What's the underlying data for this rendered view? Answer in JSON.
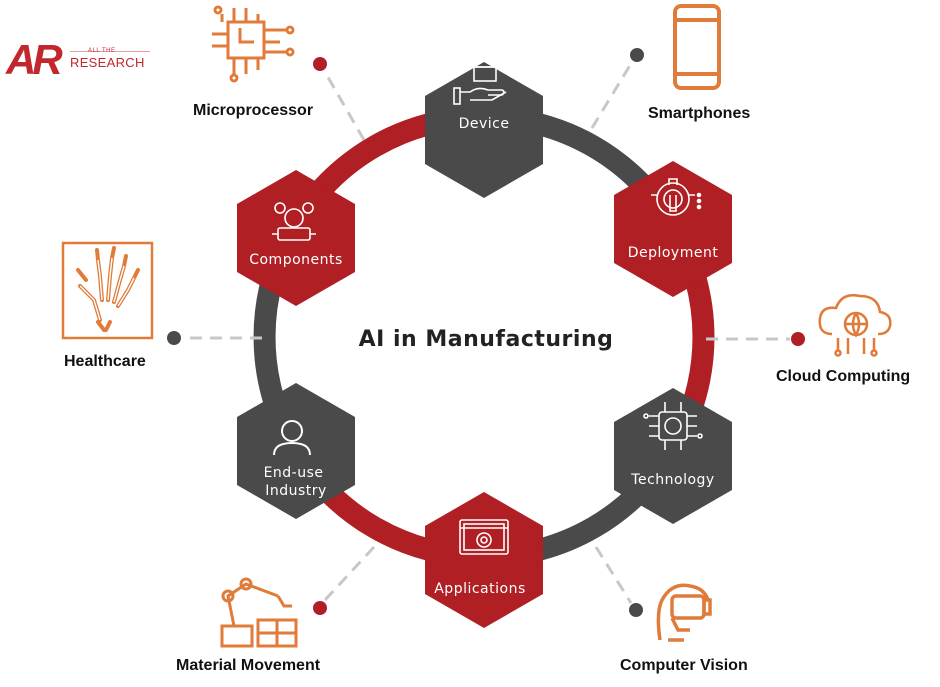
{
  "logo": {
    "mark": "AR",
    "line1": "ALL THE",
    "line2": "RESEARCH"
  },
  "center": {
    "title": "AI in Manufacturing"
  },
  "hexagons": [
    {
      "id": "device",
      "label_lines": [
        "Device"
      ],
      "fill": "#4a4a4a",
      "icon": "hand-box-icon"
    },
    {
      "id": "deployment",
      "label_lines": [
        "Deployment"
      ],
      "fill": "#b01f24",
      "icon": "gear-wrench-icon"
    },
    {
      "id": "technology",
      "label_lines": [
        "Technology"
      ],
      "fill": "#4a4a4a",
      "icon": "brain-chip-icon"
    },
    {
      "id": "applications",
      "label_lines": [
        "Applications"
      ],
      "fill": "#b01f24",
      "icon": "app-window-gear-icon"
    },
    {
      "id": "end-use-industry",
      "label_lines": [
        "End-use",
        "Industry"
      ],
      "fill": "#4a4a4a",
      "icon": "user-icon"
    },
    {
      "id": "components",
      "label_lines": [
        "Components"
      ],
      "fill": "#b01f24",
      "icon": "coin-card-icon"
    }
  ],
  "externals": [
    {
      "id": "microprocessor",
      "label": "Microprocessor",
      "icon": "circuit-chip-icon"
    },
    {
      "id": "smartphones",
      "label": "Smartphones",
      "icon": "smartphone-icon"
    },
    {
      "id": "cloud-computing",
      "label": "Cloud Computing",
      "icon": "cloud-globe-icon"
    },
    {
      "id": "computer-vision",
      "label": "Computer Vision",
      "icon": "vr-headset-icon"
    },
    {
      "id": "material-movement",
      "label": "Material Movement",
      "icon": "robot-arm-icon"
    },
    {
      "id": "healthcare",
      "label": "Healthcare",
      "icon": "hand-xray-icon"
    }
  ],
  "colors": {
    "red": "#b01f24",
    "dark": "#4a4a4a",
    "icon_orange": "#e07b39",
    "connector": "#c8c8c8"
  }
}
